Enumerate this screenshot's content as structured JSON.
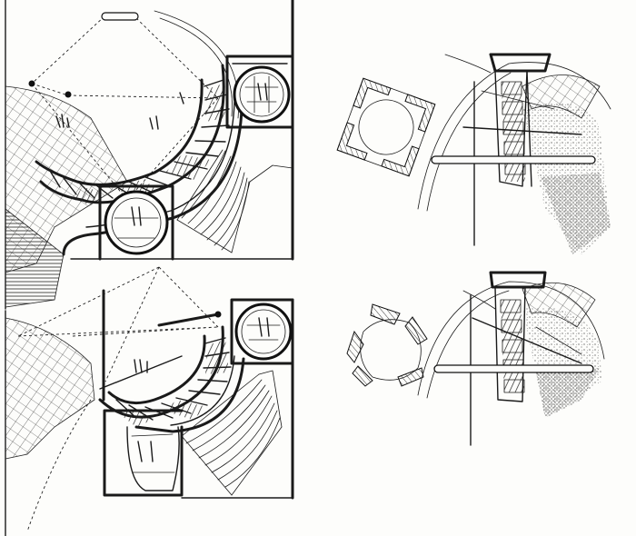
{
  "sheet": {
    "background": "#fdfdfb",
    "ink": "#1a1a1a"
  },
  "drawings": [
    {
      "id": "upper-left",
      "kind": "axonometric-curved-gallery"
    },
    {
      "id": "lower-left",
      "kind": "axonometric-curved-gallery"
    },
    {
      "id": "upper-right",
      "kind": "vault-section-with-plan"
    },
    {
      "id": "lower-right",
      "kind": "vault-section-with-plan"
    }
  ]
}
